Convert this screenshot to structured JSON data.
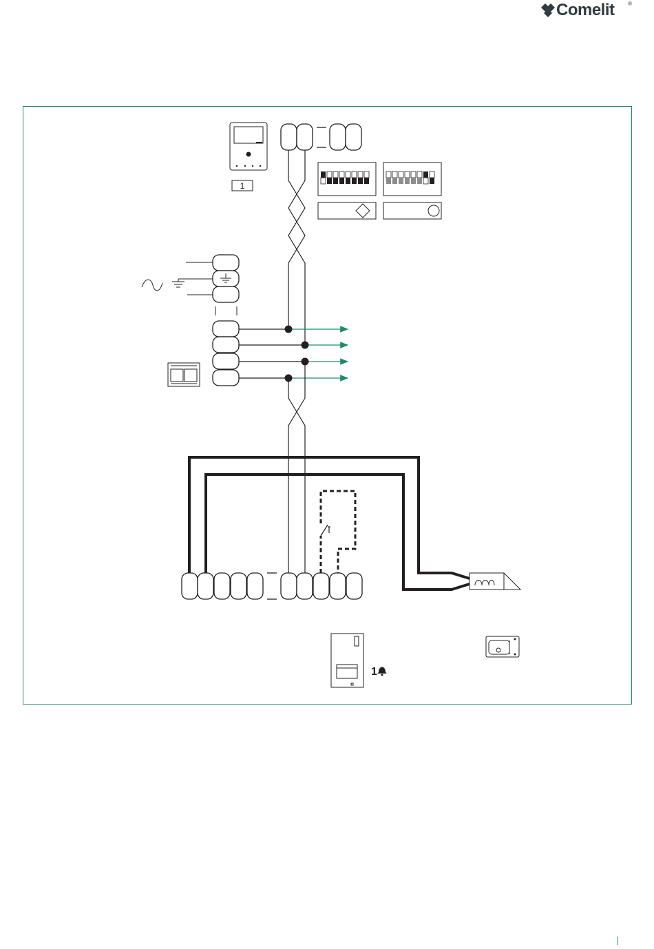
{
  "brand": {
    "name": "Comelit",
    "registered_mark": "®",
    "color": "#2f3a3f"
  },
  "diagram": {
    "frame_color": "#1e8a6e",
    "arrow_color": "#1e8a6e",
    "monitor_address_label": "1",
    "entrance_panel_call_number": "1",
    "icons": {
      "monitor": "video-monitor-icon",
      "power_supply": "din-rail-power-supply-icon",
      "entrance_panel": "entrance-panel-icon",
      "lock": "electric-lock-icon",
      "bell": "bell-icon",
      "ac_supply": "ac-sine-icon",
      "earth": "earth-ground-icon",
      "dip_switch": "dip-switch-icon",
      "jumper_diamond": "jumper-diamond-icon",
      "jumper_circle": "jumper-circle-icon"
    }
  }
}
